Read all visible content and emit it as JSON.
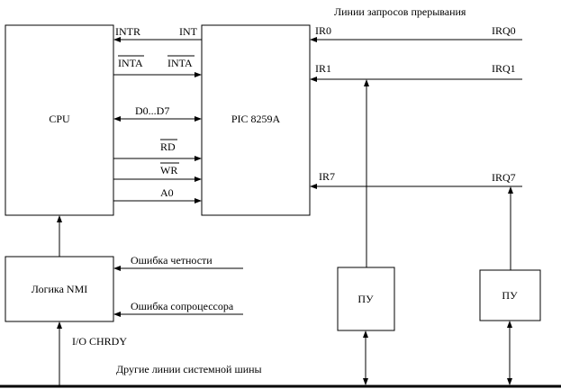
{
  "title": "Линии запросов прерывания",
  "blocks": {
    "cpu": "CPU",
    "pic": "PIC 8259A",
    "nmi": "Логика NMI",
    "pu1": "ПУ",
    "pu2": "ПУ"
  },
  "cpu_signals": {
    "intr": "INTR",
    "inta": "INTA",
    "rd": "RD",
    "wr": "WR",
    "a0": "A0"
  },
  "pic_signals": {
    "int": "INT",
    "inta": "INTA",
    "data": "D0...D7",
    "ir0": "IR0",
    "ir1": "IR1",
    "ir7": "IR7"
  },
  "irq_lines": {
    "irq0": "IRQ0",
    "irq1": "IRQ1",
    "irq7": "IRQ7"
  },
  "nmi_inputs": {
    "parity": "Ошибка четности",
    "coprocessor": "Ошибка сопроцессора"
  },
  "io_chrdy": "I/O CHRDY",
  "system_bus": "Другие линии системной шины"
}
